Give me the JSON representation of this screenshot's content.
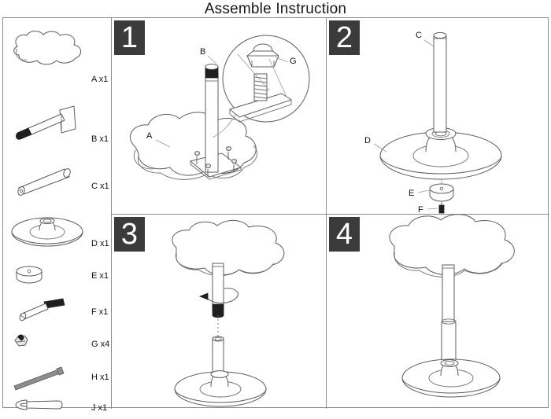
{
  "page": {
    "title": "Assemble Instruction",
    "doc_type": "assembly-instruction-sheet",
    "accent_badge_color": "#3b3b3b",
    "line_color": "#5c5c5c",
    "background": "#ffffff"
  },
  "parts_list": {
    "name": "parts-legend",
    "items": [
      {
        "key": "A",
        "label": "A x1",
        "qty": 1,
        "icon": "clover-tabletop-icon"
      },
      {
        "key": "B",
        "label": "B x1",
        "qty": 1,
        "icon": "post-with-flange-icon"
      },
      {
        "key": "C",
        "label": "C x1",
        "qty": 1,
        "icon": "tube-icon"
      },
      {
        "key": "D",
        "label": "D x1",
        "qty": 1,
        "icon": "round-base-icon"
      },
      {
        "key": "E",
        "label": "E x1",
        "qty": 1,
        "icon": "spacer-ring-icon"
      },
      {
        "key": "F",
        "label": "F x1",
        "qty": 1,
        "icon": "bolt-icon"
      },
      {
        "key": "G",
        "label": "G x4",
        "qty": 4,
        "icon": "cap-nut-icon"
      },
      {
        "key": "H",
        "label": "H x1",
        "qty": 1,
        "icon": "allen-key-icon"
      },
      {
        "key": "J",
        "label": "J x1",
        "qty": 1,
        "icon": "wrench-icon"
      }
    ]
  },
  "steps": [
    {
      "number": "1",
      "name": "step-1",
      "callouts": [
        {
          "key": "A",
          "text": "A"
        },
        {
          "key": "B",
          "text": "B"
        },
        {
          "key": "G",
          "text": "G"
        }
      ],
      "detail_circle": "cap-nut-on-threaded-stud-detail"
    },
    {
      "number": "2",
      "name": "step-2",
      "callouts": [
        {
          "key": "C",
          "text": "C"
        },
        {
          "key": "D",
          "text": "D"
        },
        {
          "key": "E",
          "text": "E"
        },
        {
          "key": "F",
          "text": "F"
        }
      ]
    },
    {
      "number": "3",
      "name": "step-3",
      "callouts": [],
      "rotation_arrow": true
    },
    {
      "number": "4",
      "name": "step-4",
      "callouts": []
    }
  ]
}
